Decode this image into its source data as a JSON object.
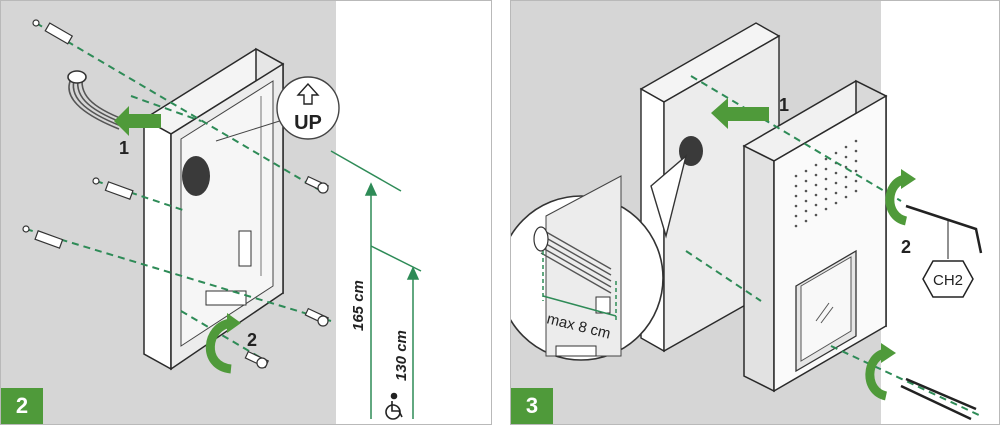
{
  "colors": {
    "wall": "#d6d6d6",
    "accent_green": "#4f9a3a",
    "guide_green": "#2e8b57",
    "outline": "#2a2a2a",
    "white": "#ffffff"
  },
  "icons": [
    "up-arrow-icon",
    "wheelchair-accessibility-icon",
    "hex-key-icon",
    "screwdriver-icon"
  ],
  "left_panel": {
    "step_number": "2",
    "up_label": "UP",
    "callout_1": "1",
    "callout_2": "2",
    "dimension_165": "165 cm",
    "dimension_130": "130 cm"
  },
  "right_panel": {
    "step_number": "3",
    "callout_1": "1",
    "callout_2": "2",
    "max_cable_label": "max 8 cm",
    "tool_label": "CH2"
  }
}
